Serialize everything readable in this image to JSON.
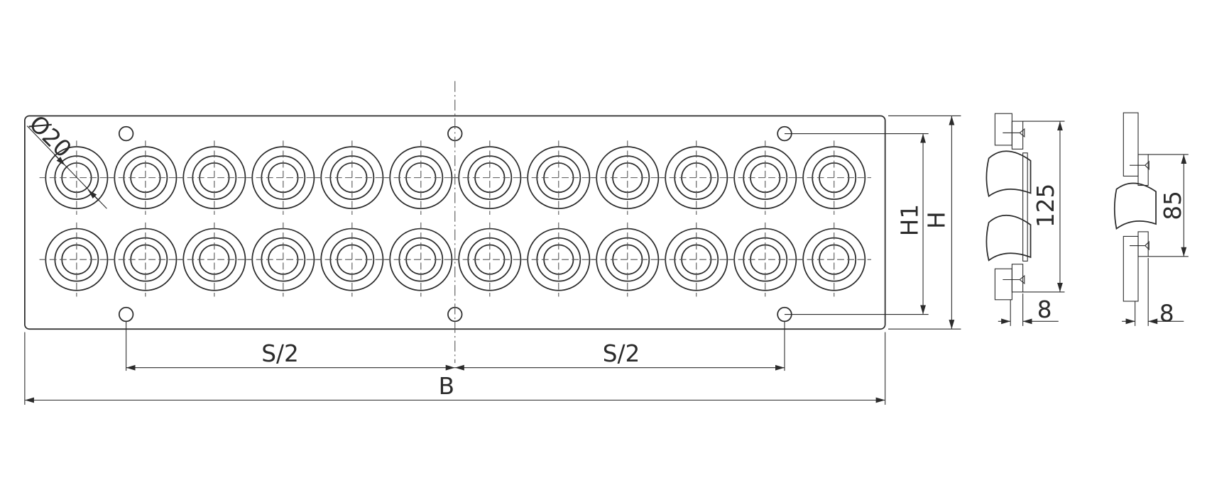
{
  "labels": {
    "diameter": "Ø20",
    "half_span_left": "S/2",
    "half_span_right": "S/2",
    "width": "B",
    "hole_height": "H1",
    "height": "H",
    "side_view_1_height": "125",
    "side_view_1_thickness": "8",
    "side_view_2_height": "85",
    "side_view_2_thickness": "8"
  },
  "plate": {
    "rows": 2,
    "columns": 12
  }
}
